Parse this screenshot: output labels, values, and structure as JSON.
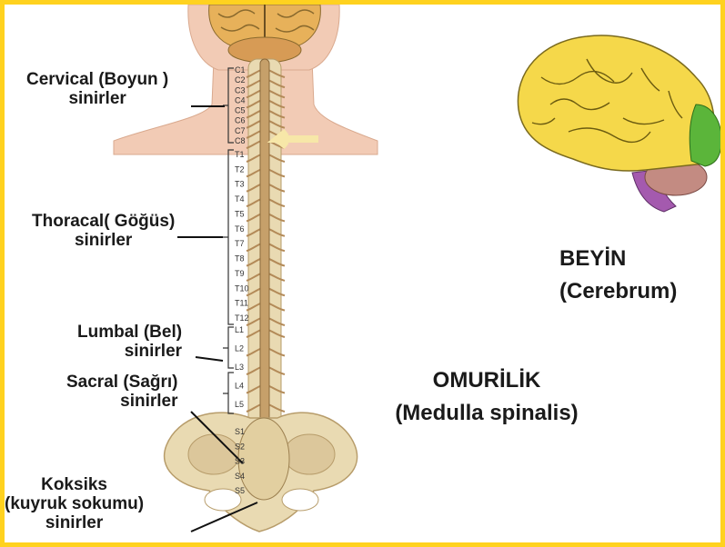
{
  "labels": {
    "cervical_line1": "Cervical (Boyun )",
    "cervical_line2": "sinirler",
    "thoracal_line1": "Thoracal( Göğüs)",
    "thoracal_line2": "sinirler",
    "lumbal_line1": "Lumbal (Bel)",
    "lumbal_line2": "sinirler",
    "sacral_line1": "Sacral (Sağrı)",
    "sacral_line2": "sinirler",
    "koksiks_line1": "Koksiks",
    "koksiks_line2": "(kuyruk sokumu)",
    "koksiks_line3": "sinirler",
    "omurilik": "OMURİLİK",
    "medulla": "(Medulla spinalis)",
    "beyin": "BEYİN",
    "cerebrum": "(Cerebrum)"
  },
  "vertebra_labels": {
    "cervical": [
      "C1",
      "C2",
      "C3",
      "C4",
      "C5",
      "C6",
      "C7",
      "C8"
    ],
    "thoracic": [
      "T1",
      "T2",
      "T3",
      "T4",
      "T5",
      "T6",
      "T7",
      "T8",
      "T9",
      "T10",
      "T11",
      "T12"
    ],
    "lumbar": [
      "L1",
      "L2",
      "L3",
      "L4",
      "L5"
    ],
    "sacral": [
      "S1",
      "S2",
      "S3",
      "S4",
      "S5"
    ]
  },
  "colors": {
    "frame": "#FFD21F",
    "brain_yellow": "#F5D84A",
    "brain_green": "#5BB53A",
    "brainstem_purple": "#A45AAE",
    "skin": "#F2CBB5",
    "bone": "#E9DAB2",
    "cord": "#C6A06A",
    "text": "#1a1a1a"
  }
}
